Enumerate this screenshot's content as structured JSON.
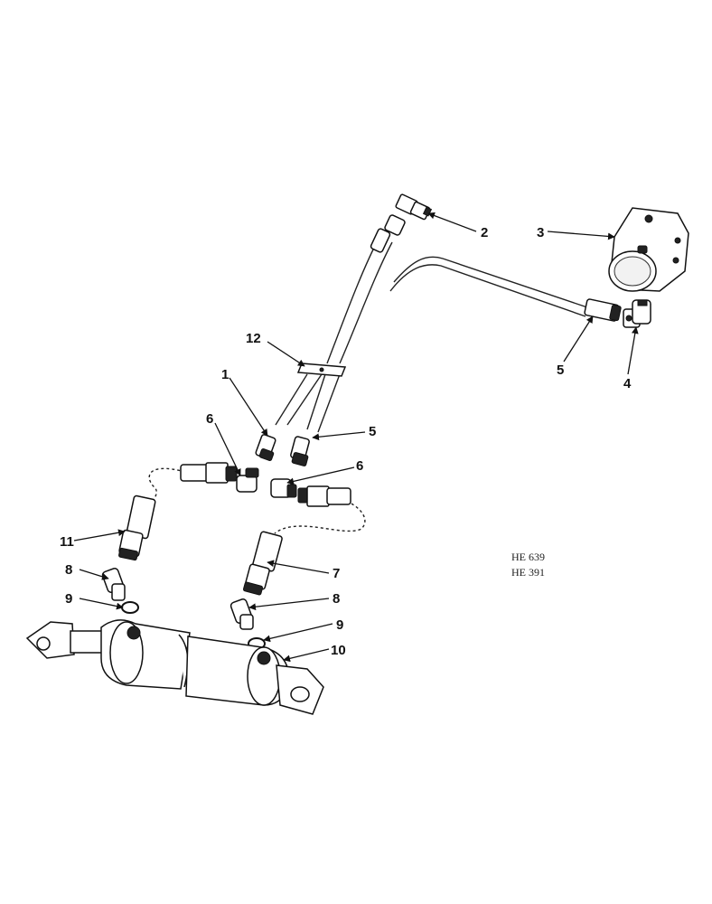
{
  "callouts": {
    "c1": "1",
    "c2": "2",
    "c3": "3",
    "c4": "4",
    "c5a": "5",
    "c5b": "5",
    "c6a": "6",
    "c6b": "6",
    "c7": "7",
    "c8a": "8",
    "c8b": "8",
    "c9a": "9",
    "c9b": "9",
    "c10": "10",
    "c11": "11",
    "c12": "12"
  },
  "reference_codes": [
    "HE 639",
    "HE 391"
  ]
}
